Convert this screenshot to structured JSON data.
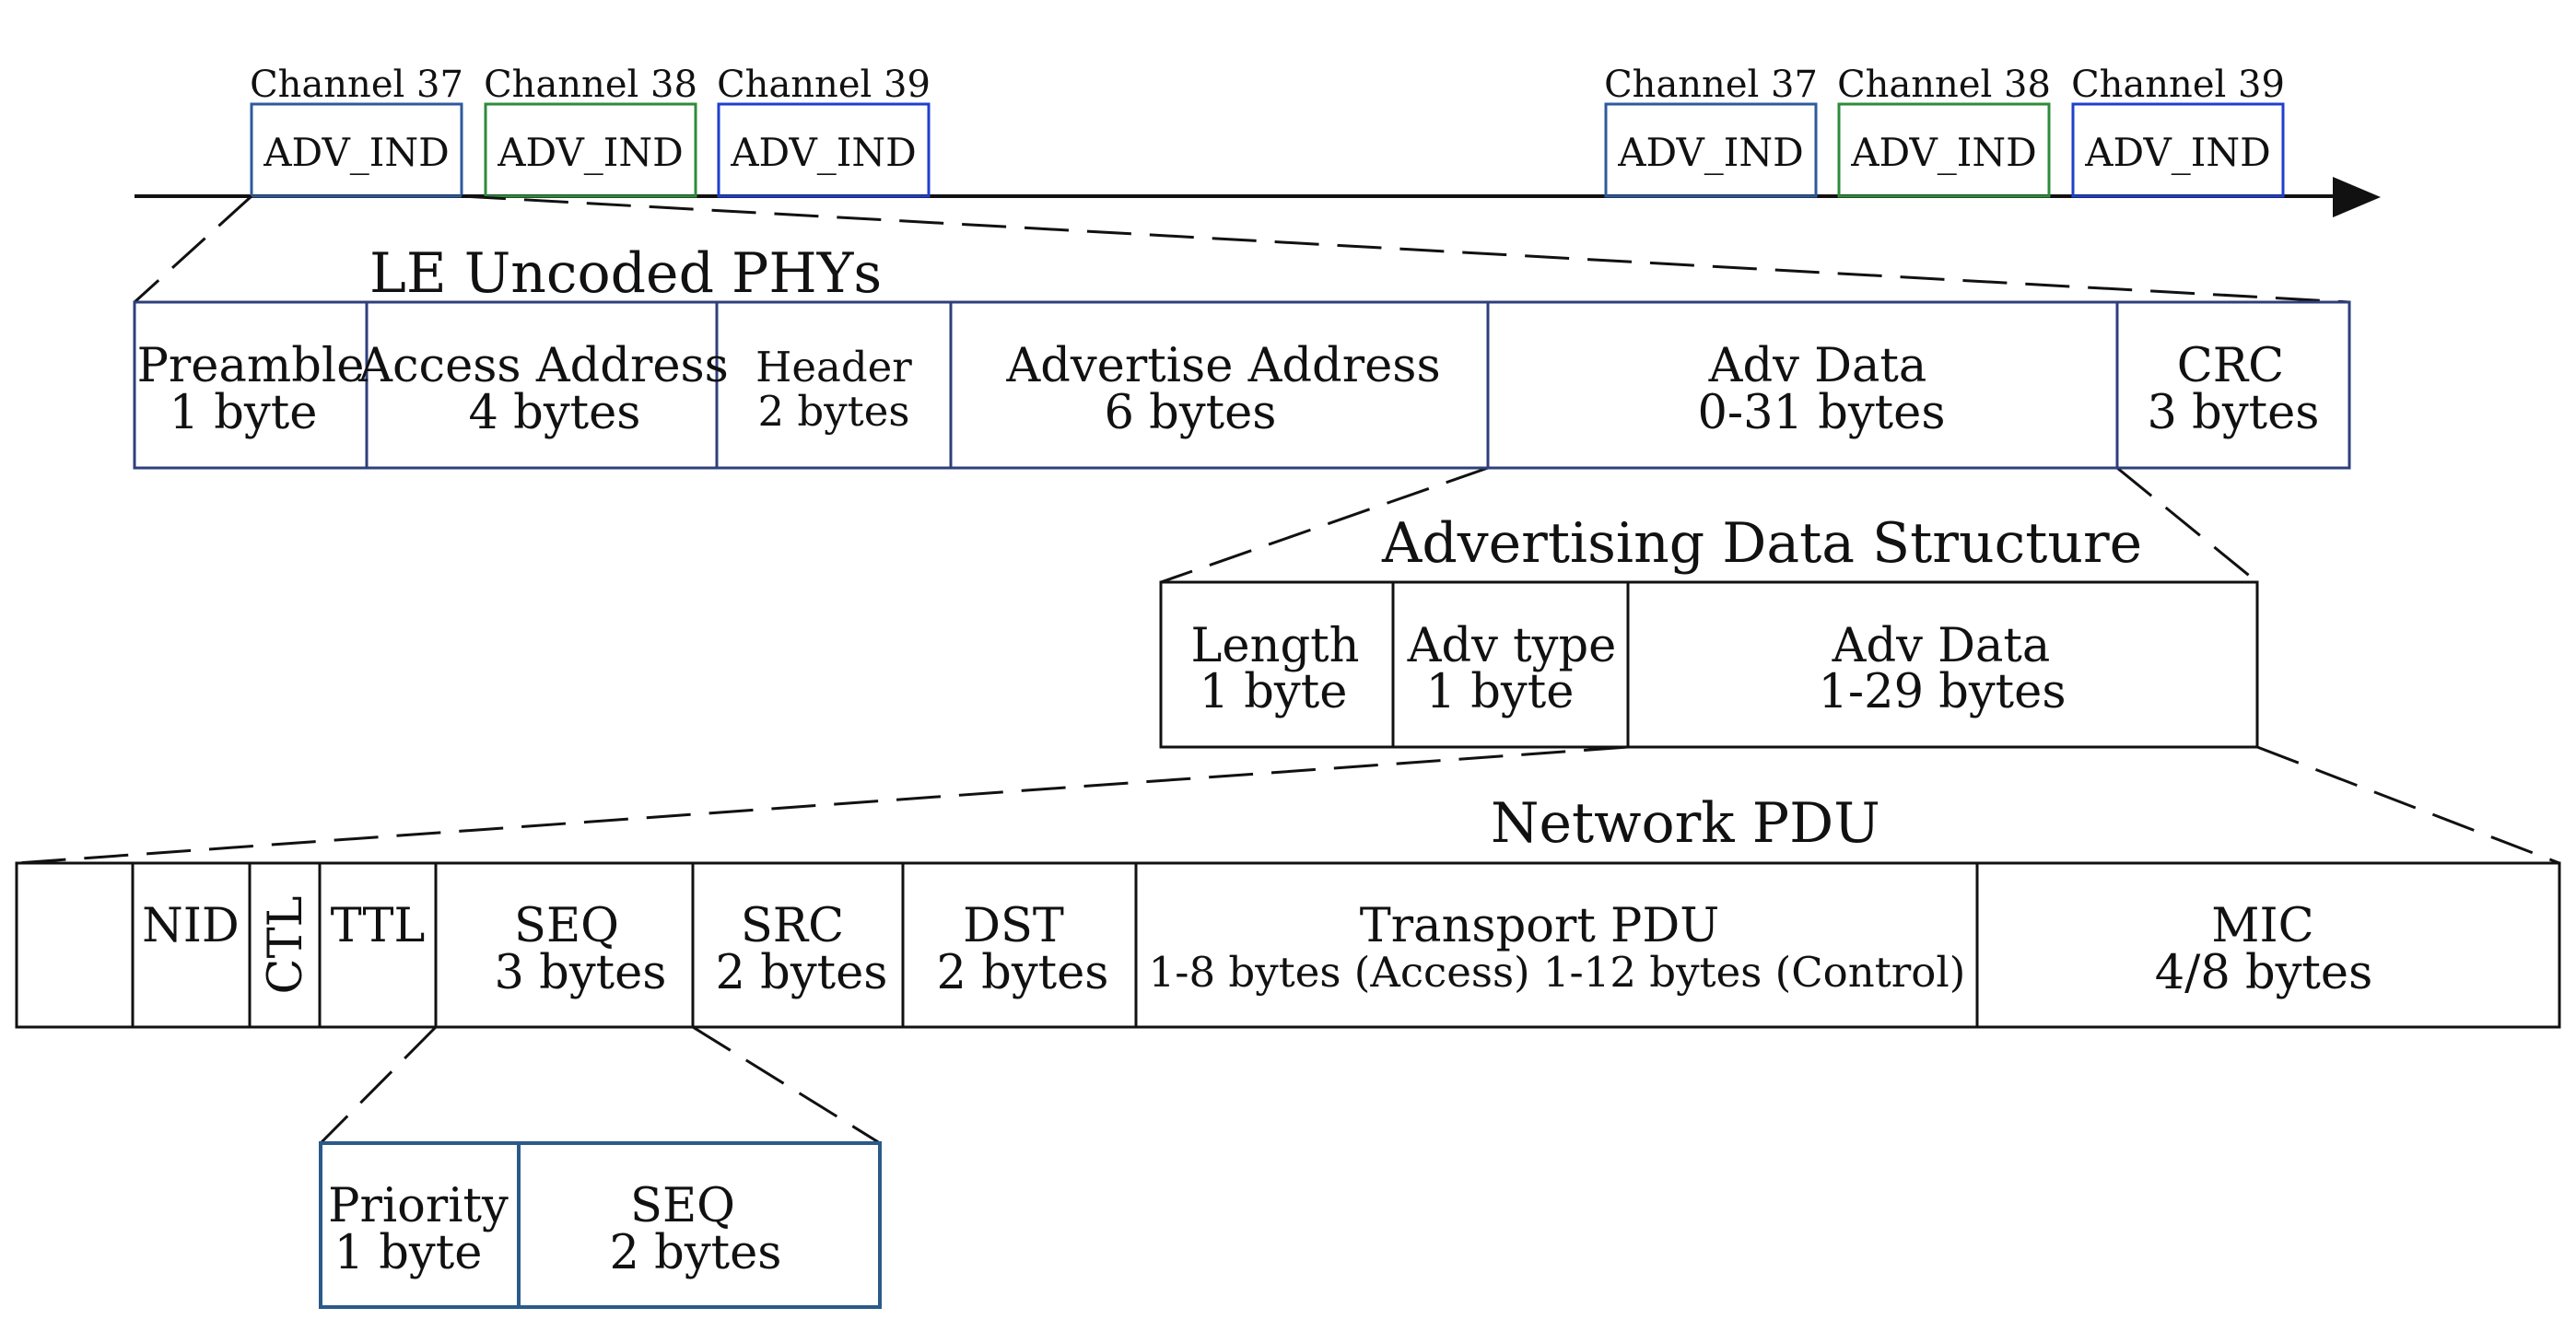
{
  "colors": {
    "phy_border": "#2e3f7c",
    "ads_border": "#111111",
    "pdu_border": "#111111",
    "seq_border": "#2a5a8a",
    "channel_37": "#2e5a9c",
    "channel_38": "#2e8b3a",
    "channel_39": "#1f3fcf",
    "line": "#111111"
  },
  "timeline": {
    "groups": [
      {
        "channels": [
          {
            "label": "Channel 37",
            "packet": "ADV_IND",
            "color_key": "channel_37"
          },
          {
            "label": "Channel 38",
            "packet": "ADV_IND",
            "color_key": "channel_38"
          },
          {
            "label": "Channel 39",
            "packet": "ADV_IND",
            "color_key": "channel_39"
          }
        ]
      },
      {
        "channels": [
          {
            "label": "Channel 37",
            "packet": "ADV_IND",
            "color_key": "channel_37"
          },
          {
            "label": "Channel 38",
            "packet": "ADV_IND",
            "color_key": "channel_38"
          },
          {
            "label": "Channel 39",
            "packet": "ADV_IND",
            "color_key": "channel_39"
          }
        ]
      }
    ]
  },
  "phy": {
    "title": "LE Uncoded PHYs",
    "fields": [
      {
        "name": "Preamble",
        "size": "1 byte"
      },
      {
        "name": "Access Address",
        "size": "4 bytes"
      },
      {
        "name": "Header",
        "size": "2 bytes"
      },
      {
        "name": "Advertise Address",
        "size": "6 bytes"
      },
      {
        "name": "Adv Data",
        "size": "0-31 bytes"
      },
      {
        "name": "CRC",
        "size": "3 bytes"
      }
    ]
  },
  "ads": {
    "title": "Advertising Data Structure",
    "fields": [
      {
        "name": "Length",
        "size": "1 byte"
      },
      {
        "name": "Adv type",
        "size": "1 byte"
      },
      {
        "name": "Adv Data",
        "size": "1-29 bytes"
      }
    ]
  },
  "pdu": {
    "title": "Network PDU",
    "fields": [
      {
        "name": "",
        "size": ""
      },
      {
        "name": "NID",
        "size": ""
      },
      {
        "name": "CTL",
        "size": ""
      },
      {
        "name": "TTL",
        "size": ""
      },
      {
        "name": "SEQ",
        "size": "3 bytes"
      },
      {
        "name": "SRC",
        "size": "2 bytes"
      },
      {
        "name": "DST",
        "size": "2 bytes"
      },
      {
        "name": "Transport PDU",
        "size": "1-8 bytes (Access) 1-12 bytes (Control)"
      },
      {
        "name": "MIC",
        "size": "4/8 bytes"
      }
    ]
  },
  "seq": {
    "fields": [
      {
        "name": "Priority",
        "size": "1 byte"
      },
      {
        "name": "SEQ",
        "size": "2 bytes"
      }
    ]
  }
}
